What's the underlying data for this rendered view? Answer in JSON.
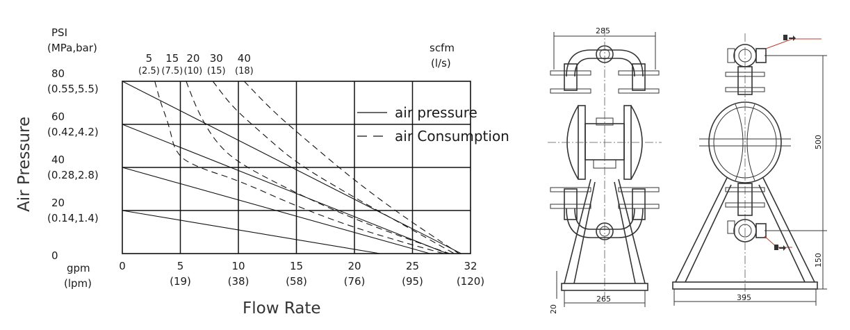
{
  "chart_data": {
    "type": "line",
    "title": "",
    "xlabel": "Flow Rate",
    "ylabel": "Air Pressure",
    "x_unit_label": [
      "gpm",
      "(lpm)"
    ],
    "y_unit_label": [
      "PSI",
      "(MPa,bar)"
    ],
    "air_unit_label": [
      "scfm",
      "(l/s)"
    ],
    "xlim": [
      0,
      30
    ],
    "ylim": [
      0,
      80
    ],
    "x_ticks": [
      {
        "value": 0,
        "label": "0",
        "sub": ""
      },
      {
        "value": 5,
        "label": "5",
        "sub": "(19)"
      },
      {
        "value": 10,
        "label": "10",
        "sub": "(38)"
      },
      {
        "value": 15,
        "label": "15",
        "sub": "(58)"
      },
      {
        "value": 20,
        "label": "20",
        "sub": "(76)"
      },
      {
        "value": 25,
        "label": "25",
        "sub": "(95)"
      },
      {
        "value": 30,
        "label": "32",
        "sub": "(120)"
      }
    ],
    "y_ticks": [
      {
        "value": 0,
        "label": "0",
        "sub": ""
      },
      {
        "value": 20,
        "label": "20",
        "sub": "(0.14,1.4)"
      },
      {
        "value": 40,
        "label": "40",
        "sub": "(0.28,2.8)"
      },
      {
        "value": 60,
        "label": "60",
        "sub": "(0.42,4.2)"
      },
      {
        "value": 80,
        "label": "80",
        "sub": "(0.55,5.5)"
      }
    ],
    "air_ticks": [
      {
        "x": 2.3,
        "label": "5",
        "sub": "(2.5)"
      },
      {
        "x": 4.3,
        "label": "15",
        "sub": "(7.5)"
      },
      {
        "x": 6.1,
        "label": "20",
        "sub": "(10)"
      },
      {
        "x": 8.1,
        "label": "30",
        "sub": "(15)"
      },
      {
        "x": 10.5,
        "label": "40",
        "sub": "(18)"
      }
    ],
    "legend": {
      "position": "top-right",
      "items": [
        "air pressure",
        "air Consumption"
      ]
    },
    "series": [
      {
        "style": "solid",
        "x": [
          0,
          29.2
        ],
        "y": [
          80,
          0
        ]
      },
      {
        "style": "solid",
        "x": [
          0,
          28.0
        ],
        "y": [
          60,
          0
        ]
      },
      {
        "style": "solid",
        "x": [
          0,
          26.5
        ],
        "y": [
          40,
          0
        ]
      },
      {
        "style": "solid",
        "x": [
          0,
          22.2
        ],
        "y": [
          20,
          0
        ]
      },
      {
        "style": "dashed",
        "x": [
          2.8,
          3.3,
          4.0,
          4.6,
          6.5,
          10,
          15,
          20,
          25,
          27.7
        ],
        "y": [
          80,
          70,
          60,
          46,
          40,
          34,
          22,
          12,
          4,
          0
        ]
      },
      {
        "style": "dashed",
        "x": [
          5.5,
          6.5,
          8,
          10,
          15,
          20,
          25,
          28.2
        ],
        "y": [
          80,
          66,
          52,
          42,
          28,
          16,
          6,
          0
        ]
      },
      {
        "style": "dashed",
        "x": [
          7.8,
          9.5,
          12,
          15,
          20,
          24,
          28.6
        ],
        "y": [
          80,
          68,
          56,
          42,
          26,
          14,
          0
        ]
      },
      {
        "style": "dashed",
        "x": [
          10.5,
          13,
          16,
          20,
          24,
          29
        ],
        "y": [
          80,
          66,
          52,
          34,
          18,
          0
        ]
      }
    ]
  },
  "drawing": {
    "front_view": {
      "width_top": "285",
      "width_base": "265",
      "foot_height": "20"
    },
    "side_view": {
      "width_base": "395",
      "height_total": "500",
      "height_lower": "150"
    }
  }
}
